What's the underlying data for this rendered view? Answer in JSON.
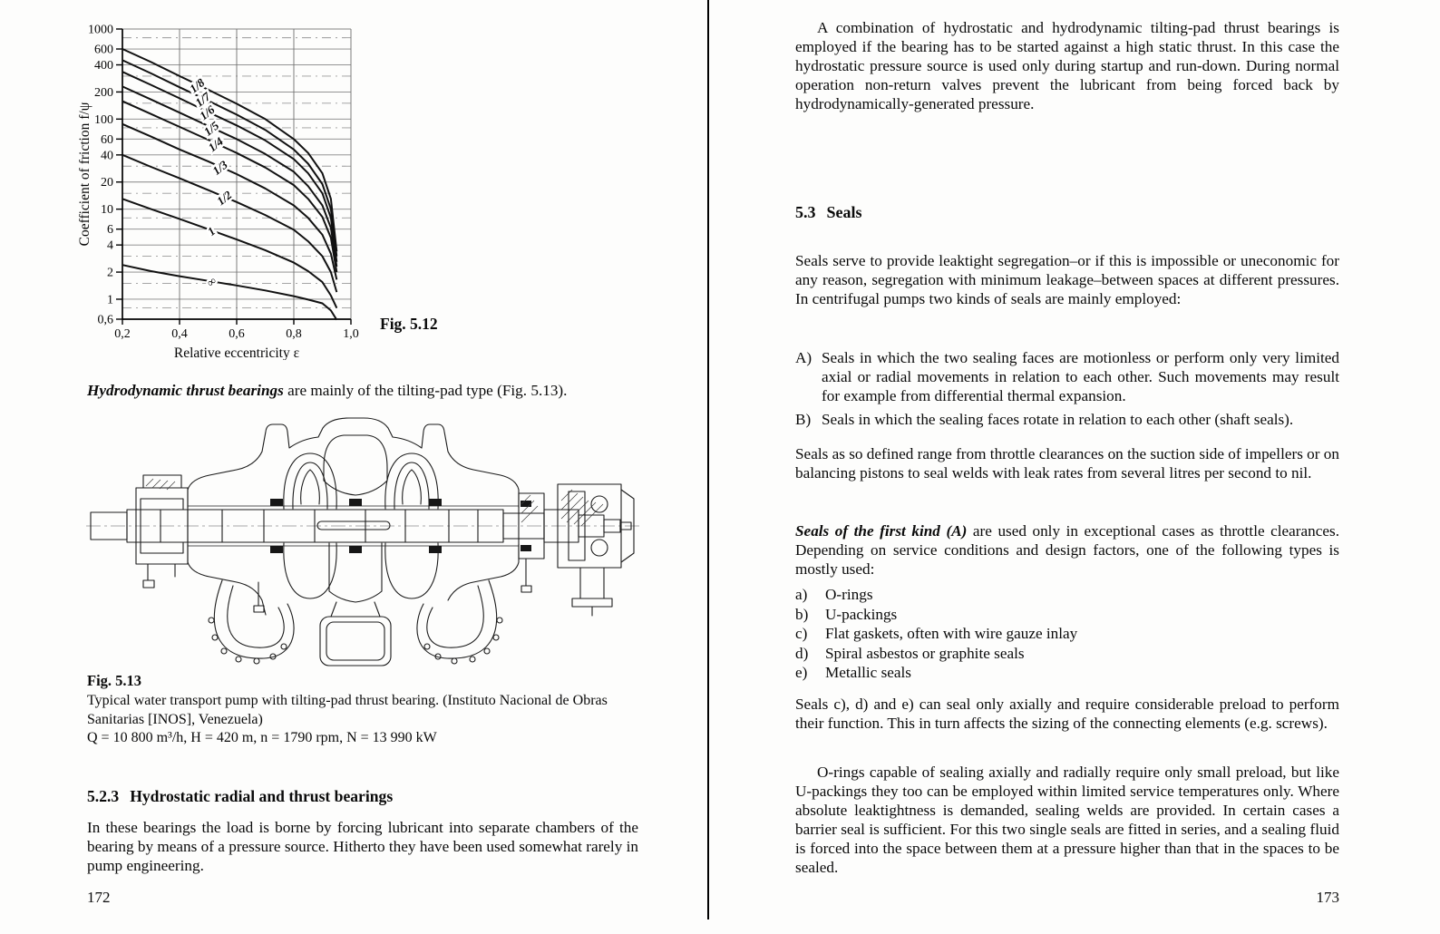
{
  "left_page": {
    "page_number": "172",
    "hydro_para": {
      "lead": "Hydrodynamic thrust bearings",
      "rest": " are mainly of the tilting-pad type (Fig. 5.13)."
    },
    "fig513": {
      "label": "Fig. 5.13",
      "caption": "Typical water transport pump with tilting-pad thrust bearing. (Instituto Nacional de Obras Sanitarias [INOS], Venezuela)",
      "data_line": "Q = 10 800 m³/h, H = 420 m, n = 1790 rpm, N = 13 990 kW"
    },
    "section_523": {
      "number": "5.2.3",
      "title": "Hydrostatic radial and thrust bearings",
      "body": "In these bearings the load is borne by forcing lubricant into separate chambers of the bearing by means of a pressure source. Hitherto they have been used somewhat rarely in pump engineering."
    }
  },
  "right_page": {
    "page_number": "173",
    "para_combination": "A combination of hydrostatic and hydrodynamic tilting-pad thrust bearings is employed if the bearing has to be started against a high static thrust. In this case the hydrostatic pressure source is used only during startup and run-down. During normal operation non-return valves prevent the lubricant from being forced back by hydrodynamically-generated pressure.",
    "section_53": {
      "number": "5.3",
      "title": "Seals"
    },
    "para_seals_serve": "Seals serve to provide leaktight segregation–or if this is impossible or uneconomic for any reason, segregation with minimum leakage–between spaces at different pressures. In centrifugal pumps two kinds of seals are mainly employed:",
    "item_a_major": {
      "label": "A)",
      "text": "Seals in which the two sealing faces are motionless or perform only very limited axial or radial movements in relation to each other. Such movements may result for example from differential thermal expansion."
    },
    "item_b_major": {
      "label": "B)",
      "text": "Seals in which the sealing faces rotate in relation to each other (shaft seals)."
    },
    "para_range": "Seals as so defined range from throttle clearances on the suction side of impellers or on balancing pistons to seal welds with leak rates from several litres per second to nil.",
    "para_first_kind": {
      "lead": "Seals of the first kind (A)",
      "rest": " are used only in exceptional cases as throttle clearances. Depending on service conditions and design factors, one of the following types is mostly used:"
    },
    "type_list": [
      {
        "label": "a)",
        "text": "O-rings"
      },
      {
        "label": "b)",
        "text": "U-packings"
      },
      {
        "label": "c)",
        "text": "Flat gaskets, often with wire gauze inlay"
      },
      {
        "label": "d)",
        "text": "Spiral asbestos or graphite seals"
      },
      {
        "label": "e)",
        "text": "Metallic seals"
      }
    ],
    "para_cde": "Seals c), d) and e) can seal only axially and require considerable preload to perform their function. This in turn affects the sizing of the connecting elements (e.g. screws).",
    "para_orings": "O-rings capable of sealing axially and radially require only small preload, but like U-packings they too can be employed within limited service temperatures only. Where absolute leaktightness is demanded, sealing welds are provided. In certain cases a barrier seal is sufficient. For this two single seals are fitted in series, and a sealing fluid is forced into the space between them at a pressure higher than that in the spaces to be sealed."
  },
  "chart_data": {
    "type": "line",
    "fig_label": "Fig. 5.12",
    "title": "",
    "xlabel": "Relative eccentricity ε",
    "ylabel": "Coefficient of friction f/ψ",
    "x_scale": "linear",
    "y_scale": "log",
    "xlim": [
      0.2,
      1.0
    ],
    "ylim": [
      0.6,
      1000
    ],
    "grid": "on",
    "legend": "curve labels inline, values are pad width ratios",
    "x_ticks": [
      {
        "v": 0.2,
        "label": "0,2"
      },
      {
        "v": 0.4,
        "label": "0,4"
      },
      {
        "v": 0.6,
        "label": "0,6"
      },
      {
        "v": 0.8,
        "label": "0,8"
      },
      {
        "v": 1.0,
        "label": "1,0"
      }
    ],
    "y_ticks": [
      {
        "v": 1000,
        "label": "1000"
      },
      {
        "v": 600,
        "label": "600"
      },
      {
        "v": 400,
        "label": "400"
      },
      {
        "v": 200,
        "label": "200"
      },
      {
        "v": 100,
        "label": "100"
      },
      {
        "v": 60,
        "label": "60"
      },
      {
        "v": 40,
        "label": "40"
      },
      {
        "v": 20,
        "label": "20"
      },
      {
        "v": 10,
        "label": "10"
      },
      {
        "v": 6,
        "label": "6"
      },
      {
        "v": 4,
        "label": "4"
      },
      {
        "v": 2,
        "label": "2"
      },
      {
        "v": 1,
        "label": "1"
      },
      {
        "v": 0.6,
        "label": "0,6"
      }
    ],
    "y_minor_gridlines": [
      800,
      300,
      150,
      80,
      30,
      15,
      8,
      3,
      1.5,
      0.8
    ],
    "series": [
      {
        "name": "1/8",
        "label_eps": 0.47,
        "points": [
          [
            0.2,
            600
          ],
          [
            0.3,
            430
          ],
          [
            0.4,
            300
          ],
          [
            0.5,
            212
          ],
          [
            0.6,
            148
          ],
          [
            0.7,
            100
          ],
          [
            0.8,
            60
          ],
          [
            0.85,
            42
          ],
          [
            0.9,
            25
          ],
          [
            0.93,
            13
          ],
          [
            0.95,
            3.4
          ]
        ]
      },
      {
        "name": "1/7",
        "label_eps": 0.49,
        "points": [
          [
            0.2,
            450
          ],
          [
            0.3,
            322
          ],
          [
            0.4,
            226
          ],
          [
            0.5,
            160
          ],
          [
            0.6,
            112
          ],
          [
            0.7,
            76
          ],
          [
            0.8,
            46
          ],
          [
            0.85,
            32
          ],
          [
            0.9,
            19
          ],
          [
            0.93,
            10
          ],
          [
            0.95,
            3.0
          ]
        ]
      },
      {
        "name": "1/6",
        "label_eps": 0.505,
        "points": [
          [
            0.2,
            335
          ],
          [
            0.3,
            240
          ],
          [
            0.4,
            170
          ],
          [
            0.5,
            120
          ],
          [
            0.6,
            85
          ],
          [
            0.7,
            58
          ],
          [
            0.8,
            36
          ],
          [
            0.85,
            25
          ],
          [
            0.9,
            15
          ],
          [
            0.93,
            8
          ],
          [
            0.95,
            2.6
          ]
        ]
      },
      {
        "name": "1/5",
        "label_eps": 0.52,
        "points": [
          [
            0.2,
            230
          ],
          [
            0.3,
            165
          ],
          [
            0.4,
            118
          ],
          [
            0.5,
            84
          ],
          [
            0.6,
            60
          ],
          [
            0.7,
            41
          ],
          [
            0.8,
            26
          ],
          [
            0.85,
            18
          ],
          [
            0.9,
            11
          ],
          [
            0.93,
            6.2
          ],
          [
            0.95,
            2.3
          ]
        ]
      },
      {
        "name": "1/4",
        "label_eps": 0.535,
        "points": [
          [
            0.2,
            158
          ],
          [
            0.3,
            114
          ],
          [
            0.4,
            82
          ],
          [
            0.5,
            59
          ],
          [
            0.6,
            42
          ],
          [
            0.7,
            29
          ],
          [
            0.8,
            18.5
          ],
          [
            0.85,
            13
          ],
          [
            0.9,
            8.2
          ],
          [
            0.93,
            4.8
          ],
          [
            0.95,
            2.0
          ]
        ]
      },
      {
        "name": "1/3",
        "label_eps": 0.55,
        "points": [
          [
            0.2,
            88
          ],
          [
            0.3,
            64
          ],
          [
            0.4,
            46
          ],
          [
            0.5,
            34
          ],
          [
            0.6,
            24.5
          ],
          [
            0.7,
            17
          ],
          [
            0.8,
            11
          ],
          [
            0.85,
            8
          ],
          [
            0.9,
            5.2
          ],
          [
            0.93,
            3.2
          ],
          [
            0.95,
            1.65
          ]
        ]
      },
      {
        "name": "1/2",
        "label_eps": 0.565,
        "points": [
          [
            0.2,
            40
          ],
          [
            0.3,
            29.5
          ],
          [
            0.4,
            22
          ],
          [
            0.5,
            16.3
          ],
          [
            0.6,
            12
          ],
          [
            0.7,
            8.6
          ],
          [
            0.8,
            5.9
          ],
          [
            0.85,
            4.4
          ],
          [
            0.9,
            3.0
          ],
          [
            0.93,
            2.0
          ],
          [
            0.95,
            1.2
          ]
        ]
      },
      {
        "name": "1",
        "label_eps": 0.52,
        "points": [
          [
            0.2,
            13
          ],
          [
            0.3,
            10
          ],
          [
            0.4,
            7.8
          ],
          [
            0.5,
            6.0
          ],
          [
            0.6,
            4.6
          ],
          [
            0.7,
            3.5
          ],
          [
            0.8,
            2.55
          ],
          [
            0.85,
            2.05
          ],
          [
            0.9,
            1.55
          ],
          [
            0.93,
            1.1
          ],
          [
            0.95,
            0.8
          ]
        ]
      },
      {
        "name": "∞",
        "label_eps": 0.52,
        "points": [
          [
            0.2,
            2.4
          ],
          [
            0.3,
            2.05
          ],
          [
            0.4,
            1.8
          ],
          [
            0.5,
            1.6
          ],
          [
            0.6,
            1.42
          ],
          [
            0.7,
            1.25
          ],
          [
            0.8,
            1.08
          ],
          [
            0.85,
            0.99
          ],
          [
            0.9,
            0.9
          ],
          [
            0.93,
            0.75
          ],
          [
            0.95,
            0.59
          ]
        ]
      }
    ]
  }
}
